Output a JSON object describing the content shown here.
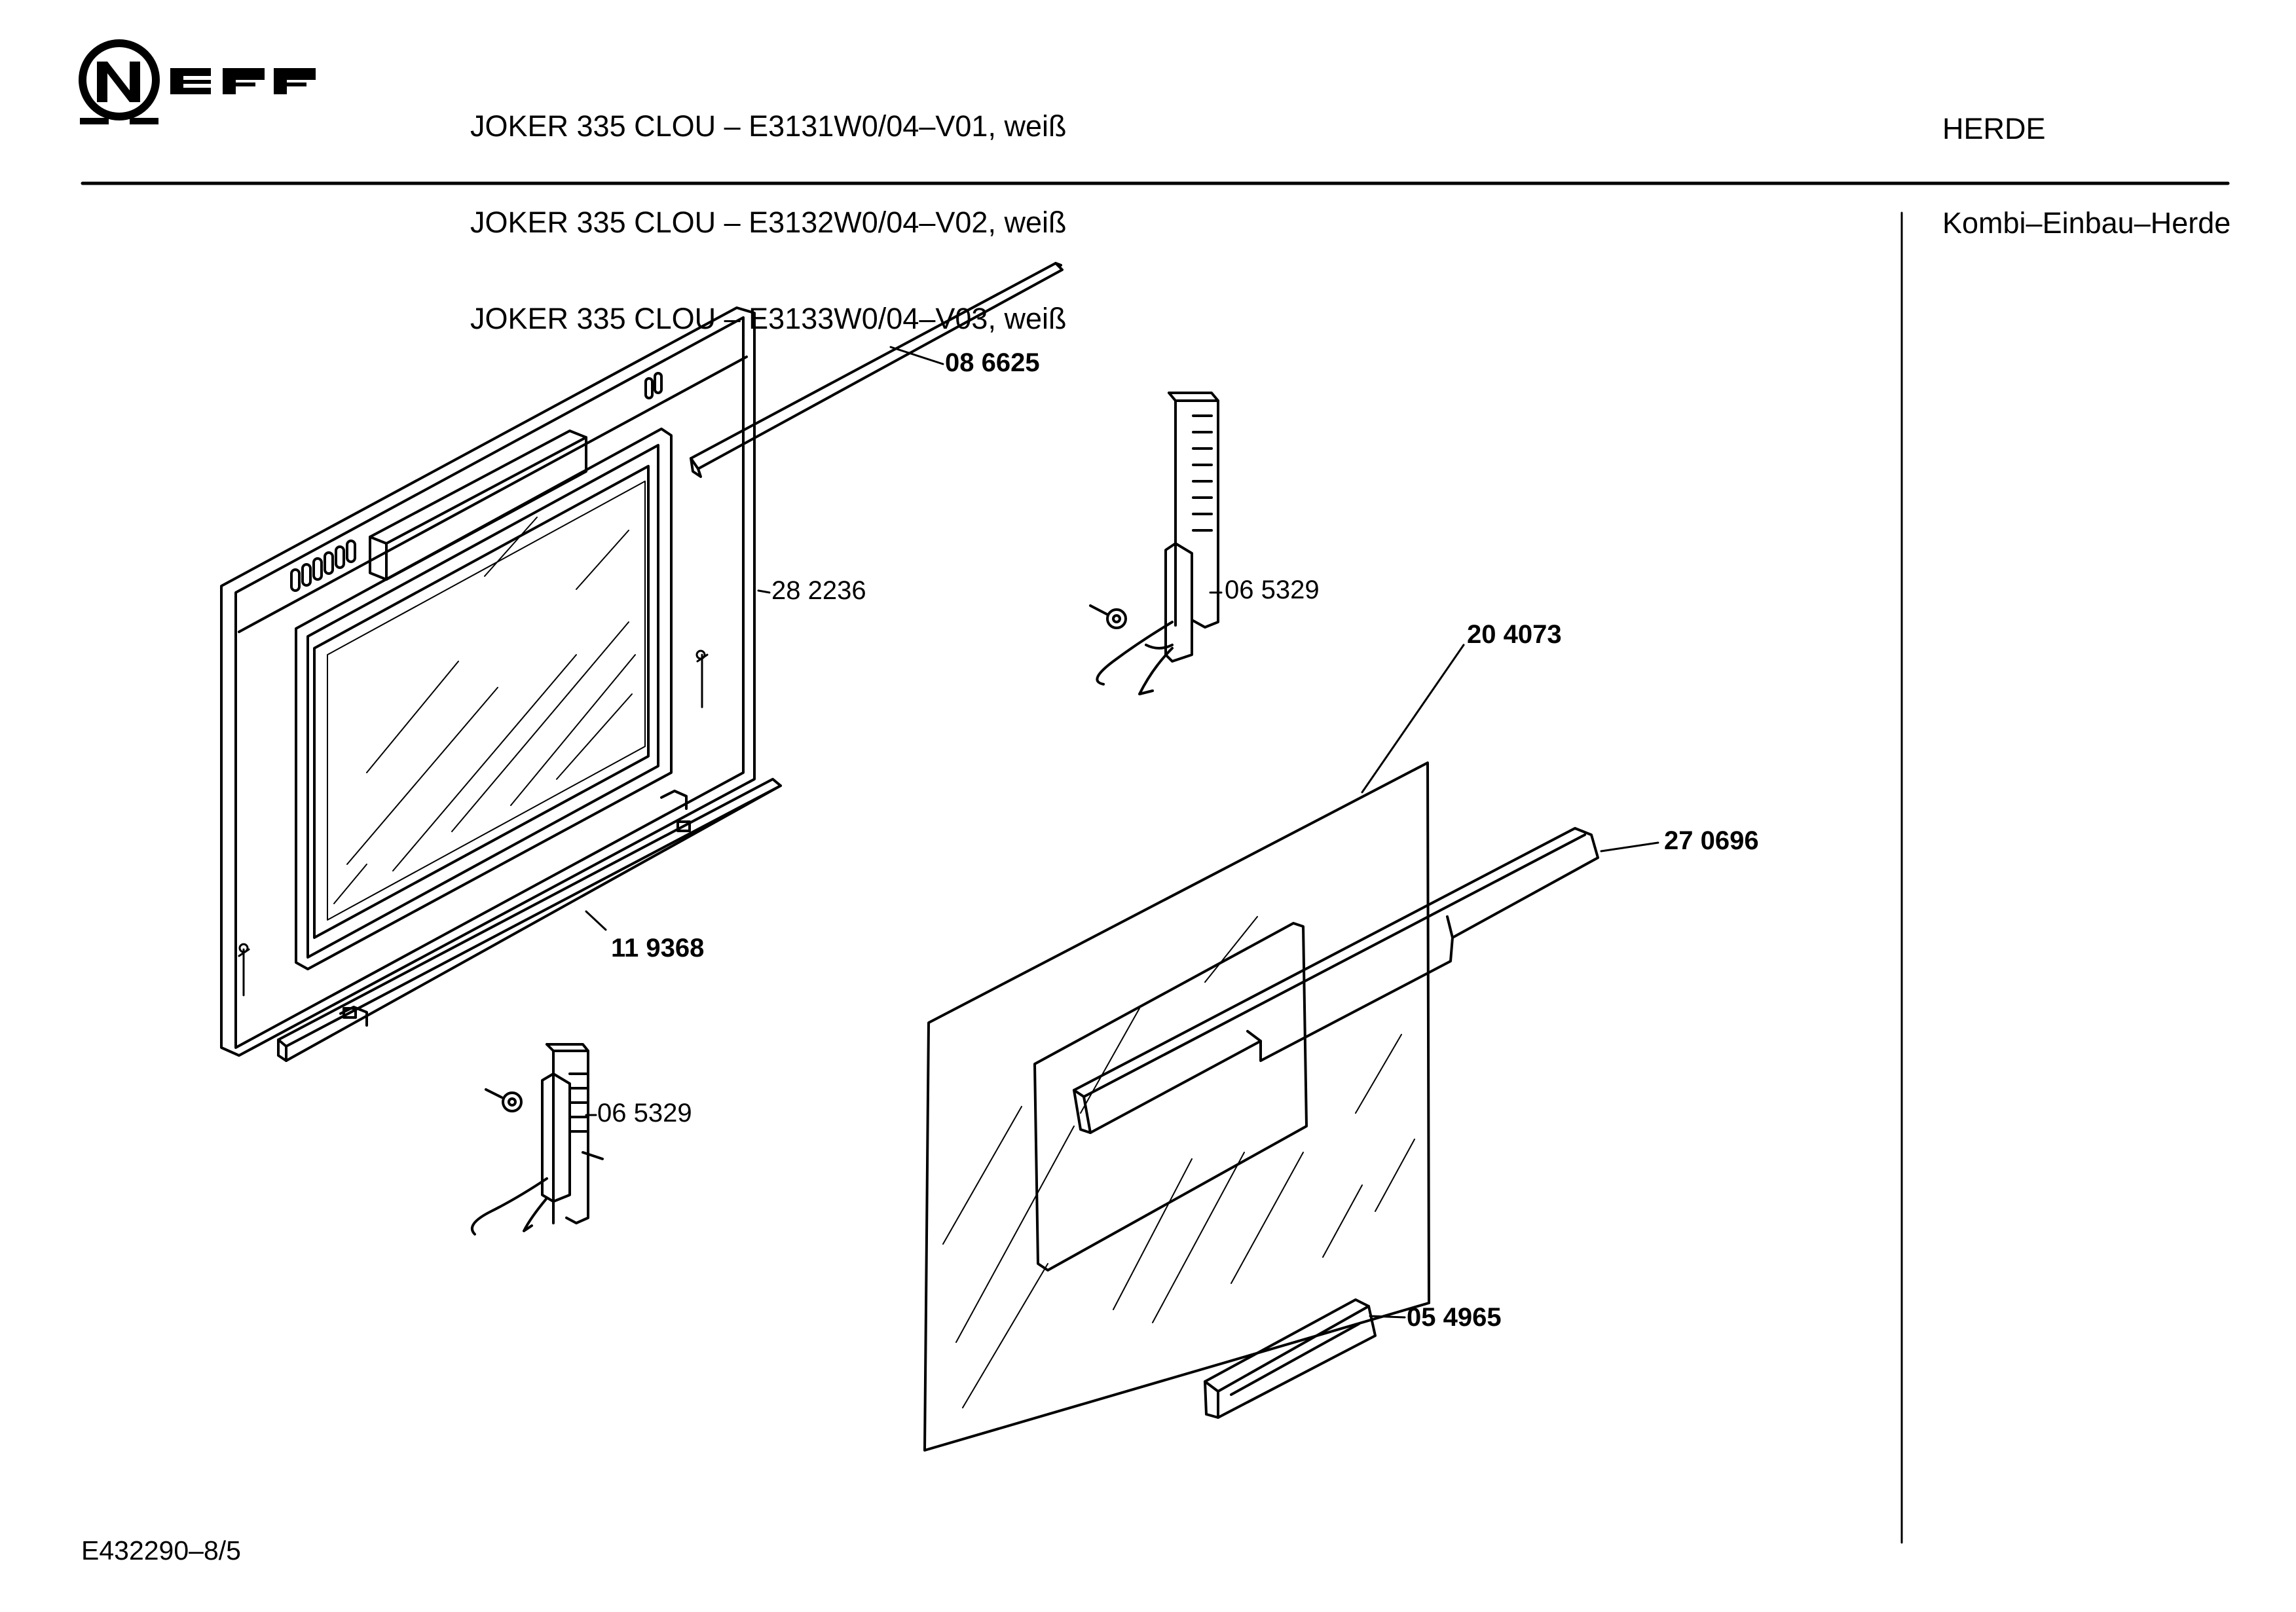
{
  "header": {
    "brand": "NEFF",
    "models": [
      "JOKER 335 CLOU – E3131W0/04–V01, weiß",
      "JOKER 335 CLOU – E3132W0/04–V02, weiß",
      "JOKER 335 CLOU – E3133W0/04–V03, weiß"
    ],
    "category": "HERDE",
    "subcategory": "Kombi–Einbau–Herde"
  },
  "parts": {
    "p086625": "08 6625",
    "p282236": "28 2236",
    "p065329_upper": "06 5329",
    "p204073": "20 4073",
    "p270696": "27 0696",
    "p119368": "11 9368",
    "p065329_lower": "06 5329",
    "p054965": "05 4965"
  },
  "footer": {
    "document_number": "E432290–8/5"
  }
}
